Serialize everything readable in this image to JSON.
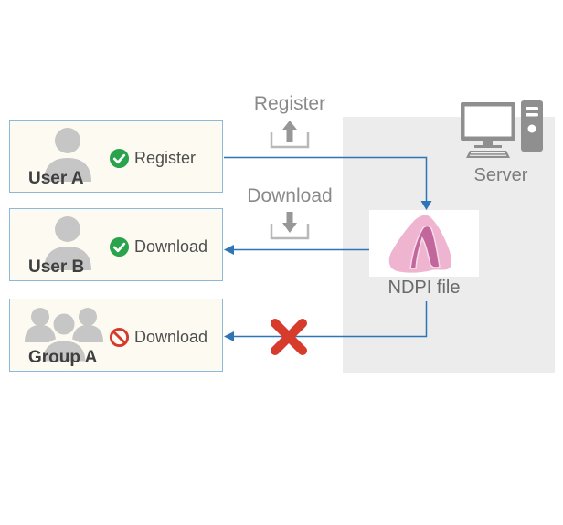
{
  "flow_labels": {
    "register": "Register",
    "download": "Download"
  },
  "server": {
    "label": "Server"
  },
  "ndpi": {
    "label": "NDPI file"
  },
  "actors": [
    {
      "name": "User A",
      "action": "Register",
      "allowed": true,
      "type": "single-user"
    },
    {
      "name": "User B",
      "action": "Download",
      "allowed": true,
      "type": "single-user"
    },
    {
      "name": "Group A",
      "action": "Download",
      "allowed": false,
      "type": "user-group"
    }
  ],
  "icons": {
    "allowed": "check-circle",
    "denied": "prohibition-circle",
    "blocked_path": "red-cross",
    "register_flow": "upload-tray-arrow",
    "download_flow": "download-tray-arrow",
    "server": "desktop-computer-with-tower"
  },
  "colors": {
    "panel_bg": "#ececec",
    "box_bg": "#fdfaf2",
    "box_border": "#8cb8da",
    "arrow_blue": "#2e75b6",
    "allow_green": "#2aa44c",
    "deny_red": "#d43a2e",
    "cross_red": "#d63b2b",
    "icon_gray": "#c6c6c6",
    "server_gray": "#8f8f8f",
    "text_dark": "#3f3f3f",
    "text_gray": "#8a8a8a",
    "tissue_light_pink": "#efb4d0",
    "tissue_dark_pink": "#c2679c"
  }
}
